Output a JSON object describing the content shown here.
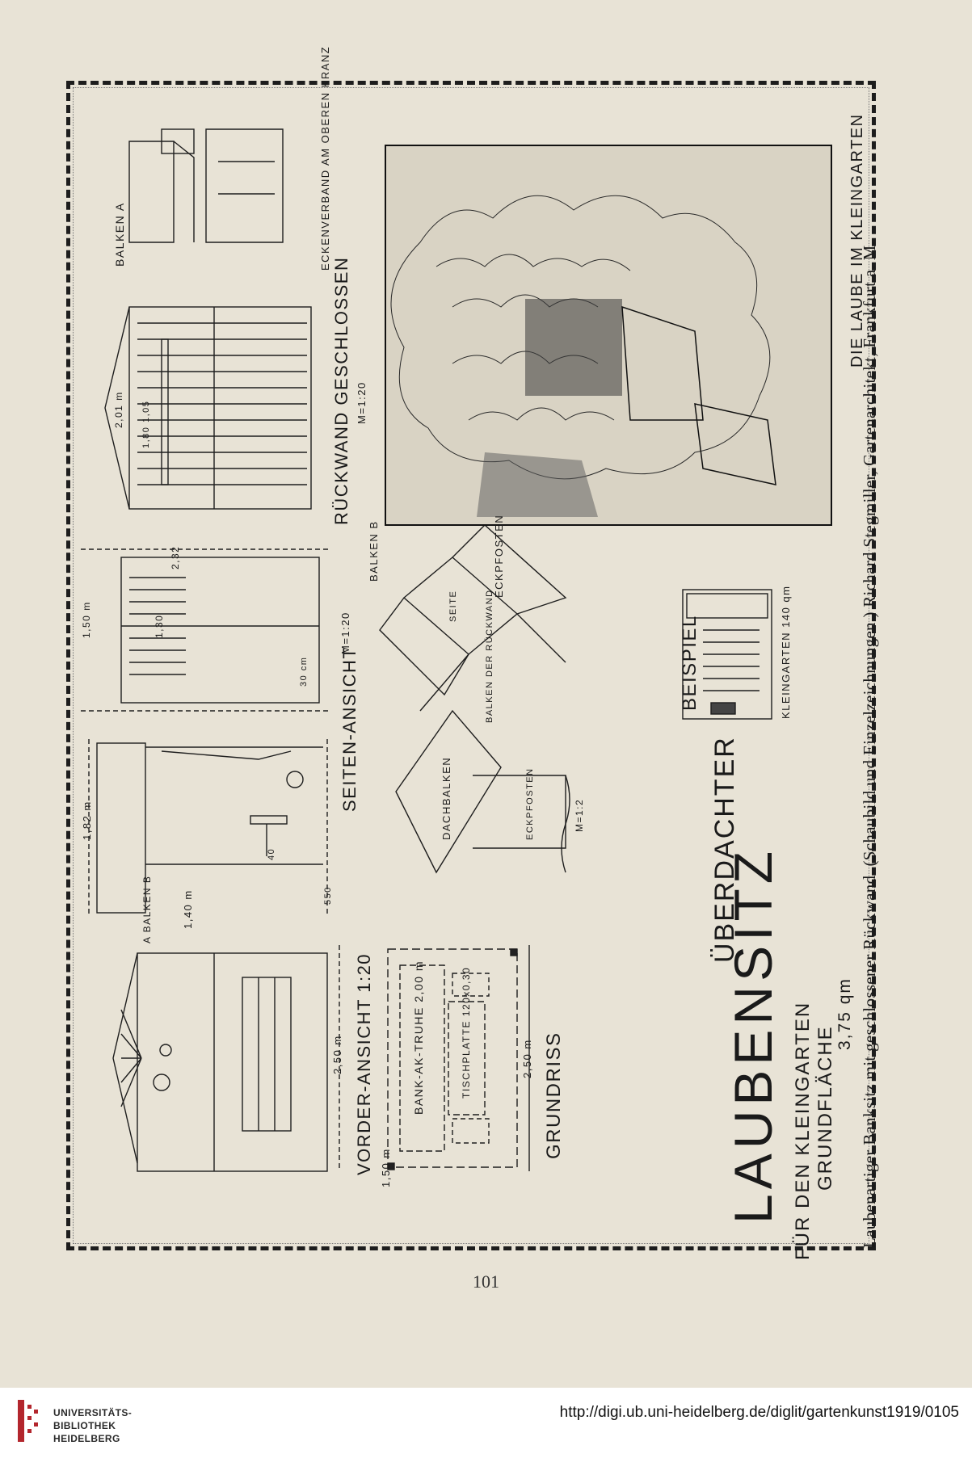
{
  "plate": {
    "caption": "Laubenartiger Banksitz mit geschlossener Rückwand. (Schaubild und Einzelzeichnungen.) Richard Stegmiller, Gartenarchitekt, Frankfurt a. M.",
    "title_small": "ÜBERDACHTER",
    "title_big": "LAUBENSITZ",
    "subtitle": "FÜR DEN KLEINGARTEN",
    "area_label": "GRUNDFLÄCHE",
    "area_value": "3,75 qm",
    "photo_caption": "DIE LAUBE IM KLEINGARTEN"
  },
  "drawings": {
    "vorderansicht": "VORDER-ANSICHT 1:20",
    "vorder_balken": "A BALKEN B",
    "vorder_width": "2,50 m",
    "grundriss": "GRUNDRISS",
    "grundriss_bank": "BANK-AK-TRUHE 2,00 m",
    "grundriss_tisch": "TISCHPLATTE 120x0,30",
    "grundriss_width": "2,50 m",
    "grundriss_depth": "1,50 m",
    "seitenansicht": "SEITEN-ANSICHT",
    "seiten_height": "1,82 m",
    "seiten_depth": "1,40 m",
    "seiten_550": "550",
    "seiten_40": "40",
    "schnitt_scale": "M=1:20",
    "schnitt_150": "1,50 m",
    "schnitt_130": "1,30",
    "schnitt_232": "2,32",
    "schnitt_30": "30 cm",
    "rueckwand": "RÜCKWAND GESCHLOSSEN",
    "rueckwand_scale": "M=1:20",
    "rueckwand_width": "2,01 m",
    "rueckwand_dims": "1,80    1,05",
    "eckverband": "ECKENVERBAND AM OBEREN KRANZ",
    "balken_a": "BALKEN A",
    "balken_b": "BALKEN B",
    "eckpfosten": "ECKPFOSTEN",
    "seite": "SEITE",
    "balken_rueckwand": "BALKEN DER RÜCKWAND",
    "dachbalken": "DACHBALKEN",
    "eckpfosten2": "ECKPFOSTEN",
    "m12": "M=1:2",
    "beispiel": "BEISPIEL",
    "kleingarten": "KLEINGARTEN 140 qm"
  },
  "page_number": "101",
  "footer": {
    "logo_line1": "UNIVERSITÄTS-",
    "logo_line2": "BIBLIOTHEK",
    "logo_line3": "HEIDELBERG",
    "url": "http://digi.ub.uni-heidelberg.de/diglit/gartenkunst1919/0105"
  },
  "colors": {
    "paper": "#e8e3d6",
    "ink": "#1a1a1a",
    "footer_bg": "#ffffff",
    "logo_red": "#b3262d"
  }
}
